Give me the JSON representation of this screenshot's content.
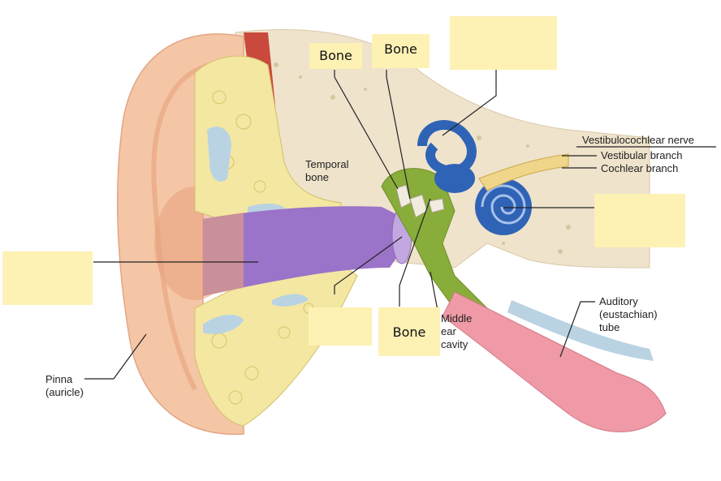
{
  "labels": {
    "temporal_bone": "Temporal\nbone",
    "vestibulocochlear_nerve": "Vestibulocochlear nerve",
    "vestibular_branch": "Vestibular branch",
    "cochlear_branch": "Cochlear branch",
    "middle_ear_cavity": "Middle\near\ncavity",
    "auditory_tube": "Auditory\n(eustachian)\ntube",
    "pinna": "Pinna\n(auricle)"
  },
  "answer_boxes": [
    {
      "text": "Bone"
    },
    {
      "text": "Bone"
    },
    {
      "text": ""
    },
    {
      "text": ""
    },
    {
      "text": ""
    },
    {
      "text": ""
    },
    {
      "text": "Bone"
    }
  ],
  "colors": {
    "skin": "#f4c6a6",
    "skin_shadow": "#e8a17c",
    "fat": "#f3e7a2",
    "bone": "#efe3cc",
    "canal": "#9b73c9",
    "ossicle_chamber": "#88ad3a",
    "inner_ear": "#2f63b5",
    "muscle": "#c94a3c",
    "tube": "#ef9aa6",
    "nerve": "#f0d68a",
    "box_fill": "#fdf1b4"
  }
}
